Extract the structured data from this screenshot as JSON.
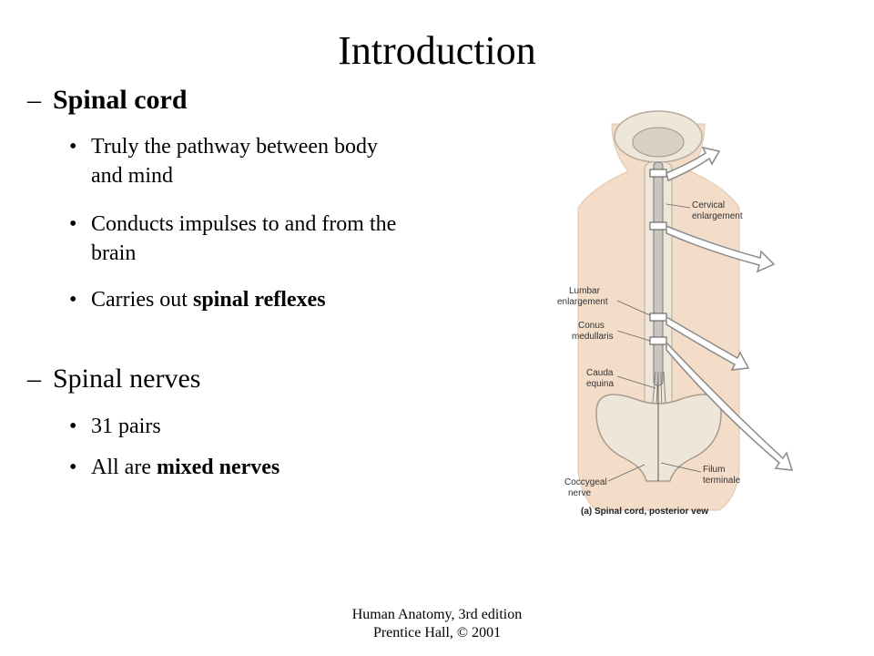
{
  "slide": {
    "title": "Introduction",
    "sections": [
      {
        "heading": "Spinal cord"
      },
      {
        "heading": "Spinal nerves"
      }
    ],
    "bullets": [
      {
        "text": "Truly the pathway between body and mind"
      },
      {
        "text": "Conducts impulses to and from the brain"
      },
      {
        "pre": "Carries out ",
        "bold": "spinal reflexes"
      },
      {
        "text": "31 pairs"
      },
      {
        "pre": "All are ",
        "bold": "mixed nerves"
      }
    ],
    "bullet_symbol": "•",
    "dash_symbol": "–",
    "footer": {
      "line1": "Human Anatomy, 3rd edition",
      "line2": "Prentice Hall, © 2001"
    }
  },
  "figure": {
    "labels": {
      "cervical": [
        "Cervical",
        "enlargement"
      ],
      "lumbar": [
        "Lumbar",
        "enlargement"
      ],
      "conus": [
        "Conus",
        "medullaris"
      ],
      "cauda": [
        "Cauda",
        "equina"
      ],
      "filum": [
        "Filum",
        "terminale"
      ],
      "coccygeal": [
        "Coccygeal",
        "nerve"
      ]
    },
    "caption": "(a) Spinal cord, posterior vew",
    "colors": {
      "skin": "#f3dcc8",
      "bone": "#efe6da",
      "cord": "#c9c6c0",
      "arrow": "#8a8a8a"
    }
  }
}
